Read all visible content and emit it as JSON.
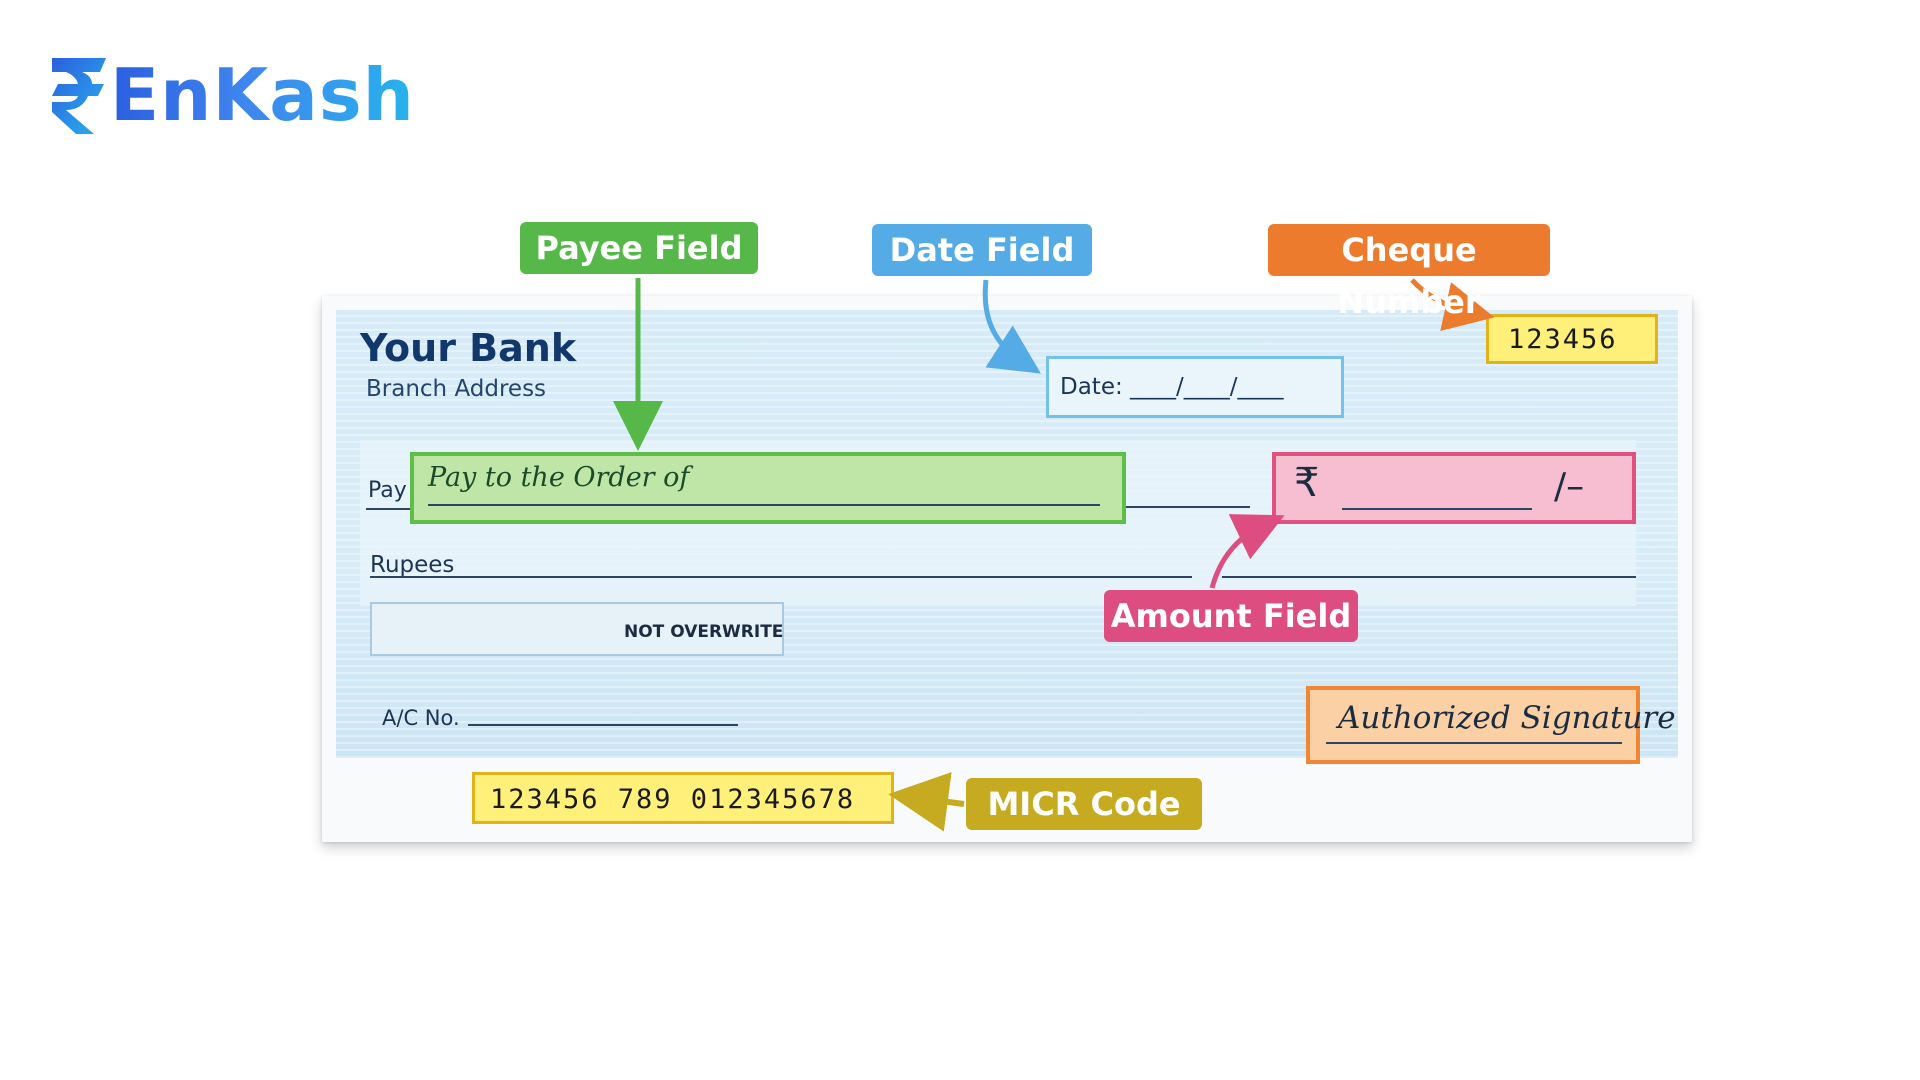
{
  "logo": {
    "text": "EnKash"
  },
  "cheque": {
    "bank_name": "Your Bank",
    "branch": "Branch Address",
    "date_text": "Date: ____/____/____",
    "pay_label": "Pay",
    "pay_order_text": "Pay to the Order of",
    "currency_symbol": "₹",
    "amount_suffix": "/–",
    "rupees_label": "Rupees",
    "not_overwrite": "NOT OVERWRITE",
    "ac_no_label": "A/C No.",
    "signature": "Authorized Signature",
    "micr": "123456  789  012345678",
    "cheque_number": "123456"
  },
  "callouts": {
    "payee": "Payee Field",
    "date": "Date Field",
    "cheque_number": "Cheque Number",
    "amount": "Amount Field",
    "micr": "MICR Code"
  },
  "colors": {
    "payee": "#56b848",
    "date": "#55abe6",
    "cheque_number": "#ec7b2e",
    "amount": "#de4d80",
    "micr": "#c6aa20"
  }
}
